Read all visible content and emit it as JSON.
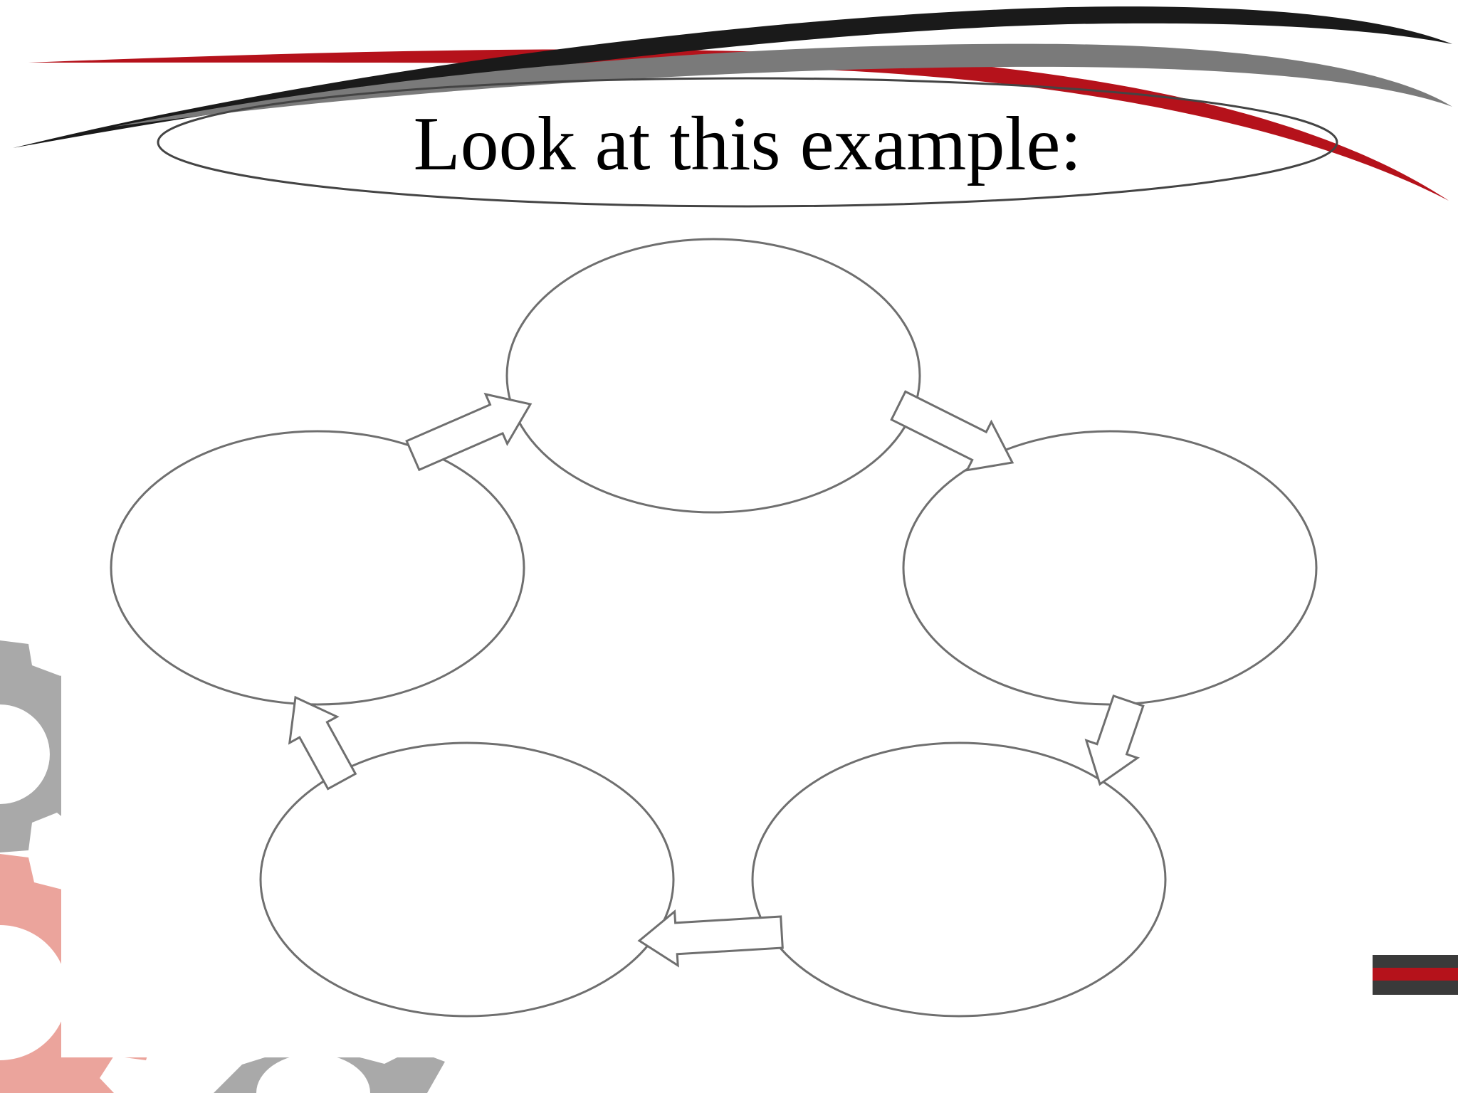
{
  "slide": {
    "title": "Look at this example:"
  },
  "colors": {
    "brand_red": "#b5121b",
    "brand_dark": "#1a1a1a",
    "brand_gray": "#7a7a7a",
    "gear_gray": "#a9a9a9",
    "gear_salmon": "#eba49c",
    "diagram_stroke": "#6f6f6f"
  },
  "diagram": {
    "type": "cycle",
    "node_count": 5,
    "nodes": [
      {
        "id": "top",
        "label": ""
      },
      {
        "id": "right",
        "label": ""
      },
      {
        "id": "bottom-right",
        "label": ""
      },
      {
        "id": "bottom-left",
        "label": ""
      },
      {
        "id": "left",
        "label": ""
      }
    ],
    "edges": [
      {
        "from": "top",
        "to": "right"
      },
      {
        "from": "right",
        "to": "bottom-right"
      },
      {
        "from": "bottom-right",
        "to": "bottom-left"
      },
      {
        "from": "bottom-left",
        "to": "left"
      },
      {
        "from": "left",
        "to": "top"
      }
    ]
  }
}
